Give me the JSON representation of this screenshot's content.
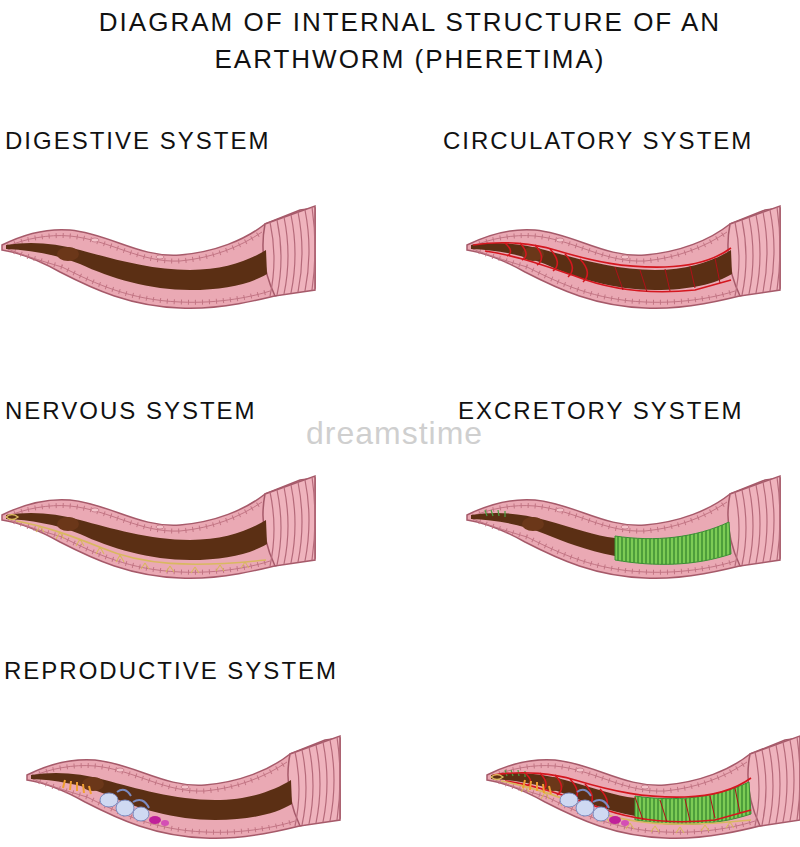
{
  "diagram": {
    "title": "DIAGRAM OF INTERNAL STRUCTURE OF AN EARTHWORM (PHERETIMA)",
    "labels": [
      "DIGESTIVE SYSTEM",
      "CIRCULATORY SYSTEM",
      "NERVOUS SYSTEM",
      "dreamstime",
      "EXCRETORY SYSTEM",
      "REPRODUCTIVE SYSTEM"
    ]
  }
}
